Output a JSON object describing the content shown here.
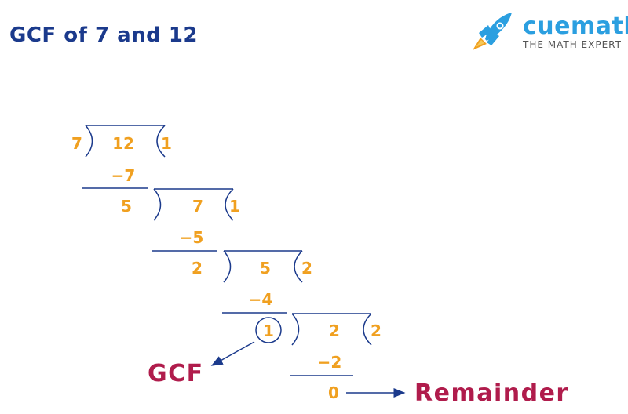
{
  "title": "GCF of 7 and 12",
  "brand": {
    "name": "cuemath",
    "tagline": "THE MATH EXPERT",
    "icon": "rocket-icon"
  },
  "colors": {
    "title": "#1b3a8c",
    "numbers": "#f0a020",
    "labels": "#b01c4c",
    "lines": "#1b3a8c",
    "brand": "#2b9fe0"
  },
  "steps": [
    {
      "divisor": "7",
      "dividend": "12",
      "quotient": "1",
      "subtract": "−7",
      "remainder": "5"
    },
    {
      "divisor": "5",
      "dividend": "7",
      "quotient": "1",
      "subtract": "−5",
      "remainder": "2"
    },
    {
      "divisor": "2",
      "dividend": "5",
      "quotient": "2",
      "subtract": "−4",
      "remainder": "1"
    },
    {
      "divisor": "1",
      "dividend": "2",
      "quotient": "2",
      "subtract": "−2",
      "remainder": "0"
    }
  ],
  "labels": {
    "gcf": "GCF",
    "remainder": "Remainder"
  }
}
